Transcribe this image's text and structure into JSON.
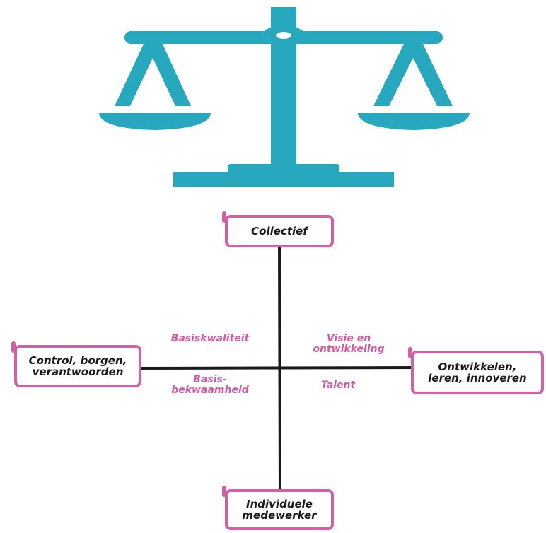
{
  "colors": {
    "scale": "#27a8bf",
    "box_border": "#d160a6",
    "quadrant_text": "#d45aa3",
    "axis": "#1a1a1a"
  },
  "icon": {
    "name": "balance-scale-icon"
  },
  "diagram": {
    "top_label": "Collectief",
    "bottom_label": "Individuele\nmedewerker",
    "left_label": "Control, borgen,\nverantwoorden",
    "right_label": "Ontwikkelen,\nleren, innoveren",
    "quadrant_top_left": "Basiskwaliteit",
    "quadrant_top_right": "Visie en\nontwikkeling",
    "quadrant_bottom_left": "Basis-\nbekwaamheid",
    "quadrant_bottom_right": "Talent"
  }
}
